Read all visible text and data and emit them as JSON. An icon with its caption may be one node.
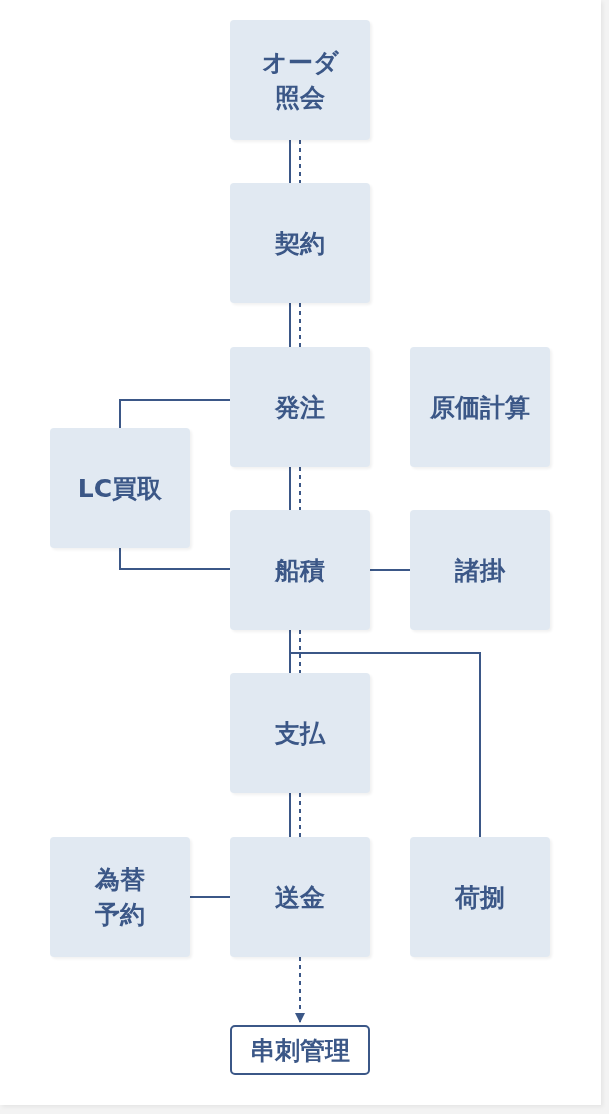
{
  "diagram": {
    "nodes": [
      {
        "text": [
          "オーダ照会"
        ]
      },
      {
        "text": [
          "契約"
        ]
      },
      {
        "text": [
          "発注"
        ]
      },
      {
        "text": [
          "原価計算"
        ]
      },
      {
        "text": [
          "LC買取"
        ]
      },
      {
        "text": [
          "船積"
        ]
      },
      {
        "text": [
          "諸掛"
        ]
      },
      {
        "text": [
          "支払"
        ]
      },
      {
        "text": [
          "為替予約"
        ]
      },
      {
        "text": [
          "送金"
        ]
      },
      {
        "text": [
          "荷捌"
        ]
      },
      {
        "text": [
          "串刺管理"
        ]
      }
    ],
    "edges": [
      {
        "from": 0,
        "to": 1,
        "arrow": "none"
      },
      {
        "from": 0,
        "to": 1,
        "arrow": "none",
        "style": "dashed"
      },
      {
        "from": 1,
        "to": 2,
        "arrow": "none"
      },
      {
        "from": 1,
        "to": 2,
        "arrow": "none",
        "style": "dashed"
      },
      {
        "from": 2,
        "to": 4,
        "arrow": "none"
      },
      {
        "from": 4,
        "to": 5,
        "arrow": "none"
      },
      {
        "from": 2,
        "to": 5,
        "arrow": "none"
      },
      {
        "from": 2,
        "to": 5,
        "arrow": "none",
        "style": "dashed"
      },
      {
        "from": 5,
        "to": 6,
        "arrow": "none"
      },
      {
        "from": 5,
        "to": 7,
        "arrow": "none"
      },
      {
        "from": 5,
        "to": 7,
        "arrow": "none",
        "style": "dashed"
      },
      {
        "from": 5,
        "to": 10,
        "arrow": "none"
      },
      {
        "from": 8,
        "to": 9,
        "arrow": "none"
      },
      {
        "from": 7,
        "to": 9,
        "arrow": "none"
      },
      {
        "from": 7,
        "to": 9,
        "arrow": "none",
        "style": "dashed"
      },
      {
        "from": 9,
        "to": 11,
        "arrow": "to",
        "style": "dashed"
      }
    ]
  }
}
